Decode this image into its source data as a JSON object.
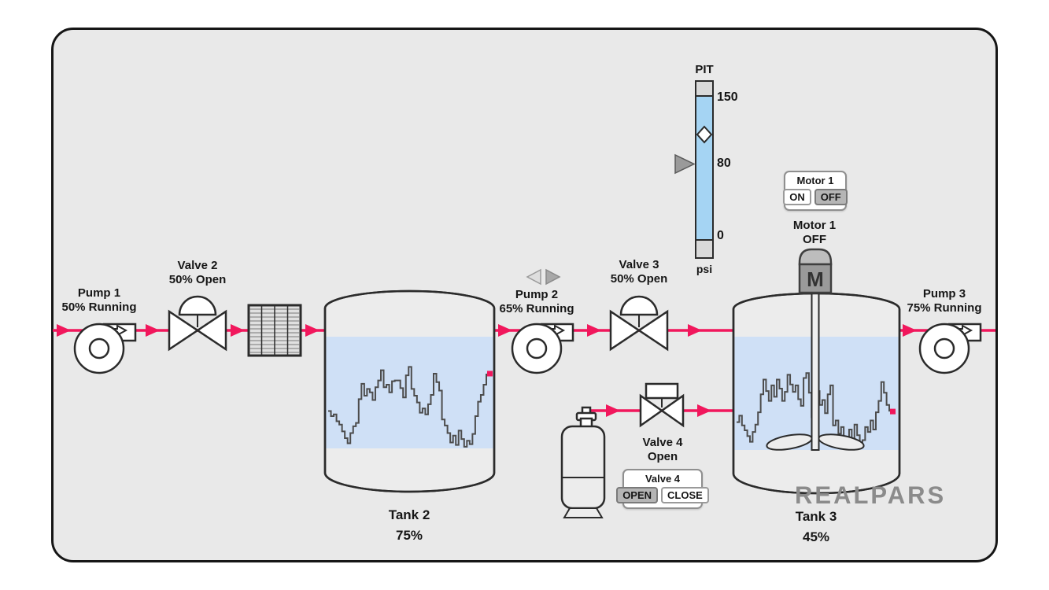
{
  "brand": {
    "logo_text": "REALPARS"
  },
  "colors": {
    "flow": "#f1175c",
    "liquid": "#cfe0f6",
    "gauge_fill": "#a5d4f3"
  },
  "equipment": {
    "pump1": {
      "name": "Pump 1",
      "status": "50% Running"
    },
    "valve2": {
      "name": "Valve 2",
      "status": "50% Open"
    },
    "tank2": {
      "name": "Tank 2",
      "level": "75%",
      "trend": [
        44,
        38,
        40,
        32,
        28,
        20,
        12,
        6,
        18,
        26,
        30,
        58,
        76,
        62,
        70,
        66,
        57,
        72,
        80,
        92,
        72,
        75,
        66,
        79,
        80,
        80,
        71,
        60,
        86,
        96,
        70,
        62,
        54,
        42,
        47,
        40,
        52,
        63,
        88,
        78,
        68,
        34,
        27,
        18,
        7,
        15,
        4,
        21,
        11,
        2,
        9,
        5,
        17,
        38,
        55,
        63,
        75,
        88
      ]
    },
    "pump2": {
      "name": "Pump 2",
      "status": "65% Running"
    },
    "valve3": {
      "name": "Valve 3",
      "status": "50% Open"
    },
    "valve4": {
      "name": "Valve 4",
      "status": "Open"
    },
    "tank3": {
      "name": "Tank 3",
      "level": "45%",
      "trend": [
        34,
        42,
        30,
        24,
        17,
        10,
        22,
        31,
        46,
        68,
        86,
        72,
        60,
        79,
        65,
        86,
        75,
        60,
        71,
        92,
        80,
        71,
        79,
        62,
        54,
        88,
        94,
        70,
        40,
        81,
        72,
        55,
        61,
        45,
        68,
        79,
        30,
        36,
        20,
        28,
        8,
        15,
        25,
        12,
        31,
        18,
        5,
        12,
        28,
        22,
        36,
        25,
        46,
        60,
        83,
        70,
        55,
        47
      ]
    },
    "pump3": {
      "name": "Pump 3",
      "status": "75% Running"
    },
    "motor1": {
      "name": "Motor 1",
      "status": "OFF",
      "symbol": "M"
    }
  },
  "pit_gauge": {
    "title": "PIT",
    "unit": "psi",
    "scale_max": "150",
    "value": "80",
    "scale_min": "0",
    "setpoint": 110
  },
  "motor_panel": {
    "title": "Motor 1",
    "on_label": "ON",
    "off_label": "OFF",
    "selected": "OFF"
  },
  "valve4_panel": {
    "title": "Valve 4",
    "open_label": "OPEN",
    "close_label": "CLOSE",
    "selected": "OPEN"
  }
}
